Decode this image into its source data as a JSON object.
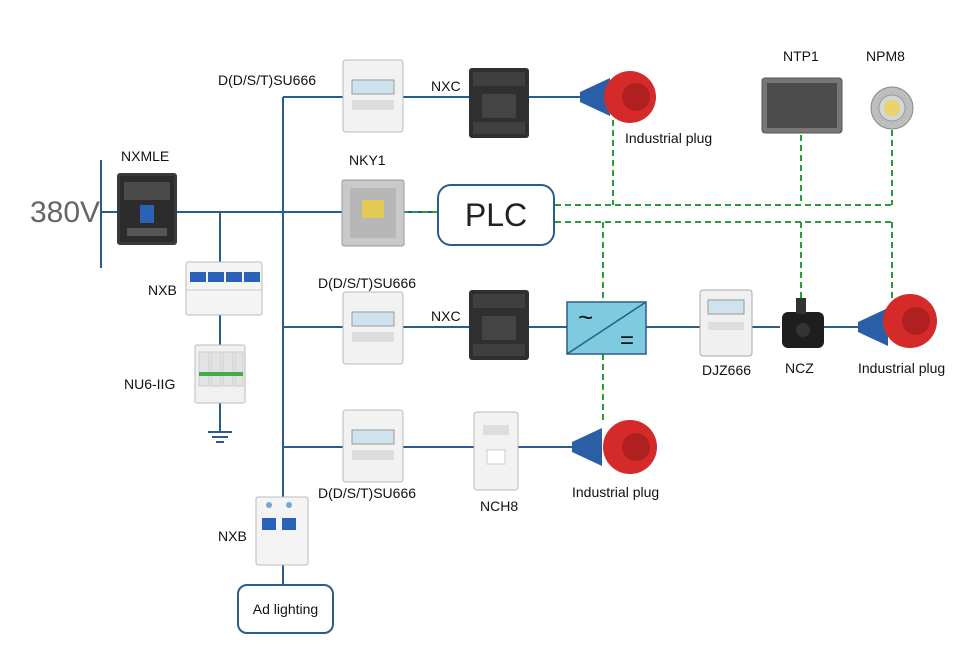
{
  "title": "380V",
  "labels": {
    "meter_top": "D(D/S/T)SU666",
    "meter_mid": "D(D/S/T)SU666",
    "meter_bot": "D(D/S/T)SU666",
    "nxc_top": "NXC",
    "nxc_mid": "NXC",
    "plug_top": "Industrial plug",
    "plug_right": "Industrial plug",
    "plug_bottom": "Industrial plug",
    "ntp1": "NTP1",
    "npm8": "NPM8",
    "nxmle": "NXMLE",
    "nky1": "NKY1",
    "nxb_top": "NXB",
    "nu6": "NU6-IIG",
    "djz666": "DJZ666",
    "ncz": "NCZ",
    "nch8": "NCH8",
    "nxb_bottom": "NXB",
    "plc": "PLC",
    "ad_lighting": "Ad lighting"
  },
  "converter_symbols": {
    "ac": "~",
    "dc": "="
  },
  "colors": {
    "power_line": "#2b5d8a",
    "control_line": "#2a9d3a",
    "plug_red": "#d42a2a",
    "plug_blue": "#2a5fa8",
    "converter_fill": "#7ecbe0"
  }
}
